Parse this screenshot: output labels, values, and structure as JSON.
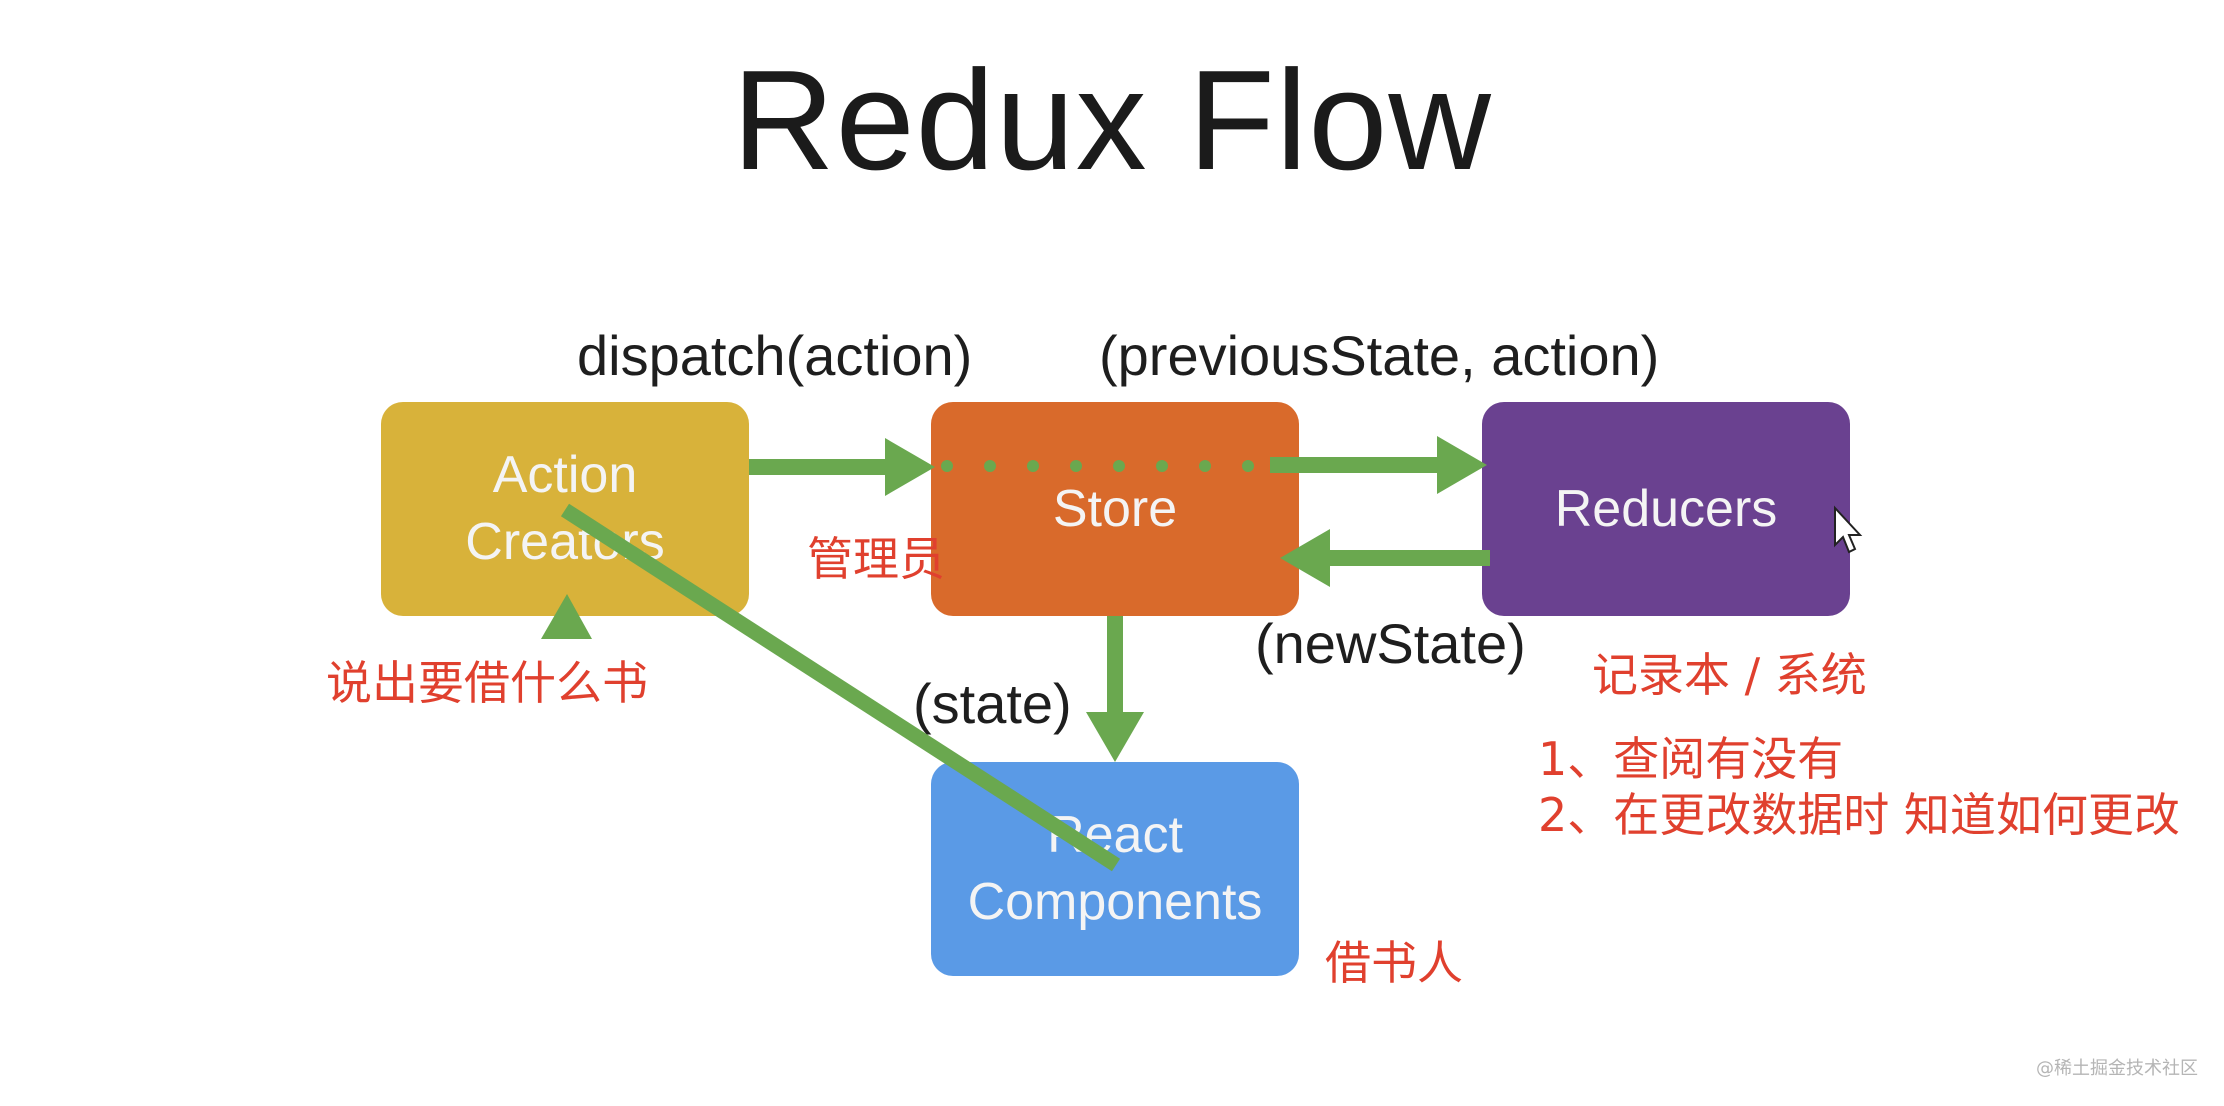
{
  "title": "Redux Flow",
  "flow_labels": {
    "dispatch": "dispatch(action)",
    "previous_state": "(previousState, action)",
    "new_state": "(newState)",
    "state": "(state)"
  },
  "boxes": {
    "action_creators": "Action\nCreators",
    "store": "Store",
    "reducers": "Reducers",
    "react_components": "React\nComponents"
  },
  "notes": {
    "action_creators": "说出要借什么书",
    "store": "管理员",
    "reducers": "记录本 / 系统",
    "reducers_point_1": "1、查阅有没有",
    "reducers_point_2": "2、在更改数据时 知道如何更改",
    "react_components": "借书人"
  },
  "watermark": "@稀土掘金技术社区",
  "colors": {
    "action_creators": "#d8b23a",
    "store": "#d96a2b",
    "reducers": "#6a4190",
    "react_components": "#5a9ae6",
    "arrow": "#6aa84f",
    "annotation": "#e0402e"
  }
}
